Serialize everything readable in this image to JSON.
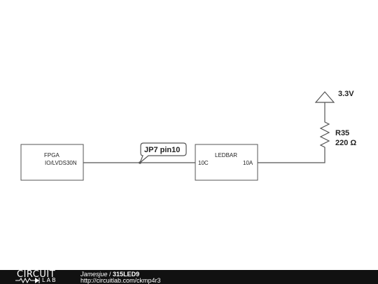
{
  "schematic": {
    "fpga": {
      "name": "FPGA",
      "pin": "IO/LVDS30N"
    },
    "ledbar": {
      "name": "LEDBAR",
      "pin_left": "10C",
      "pin_right": "10A"
    },
    "net_label": "JP7 pin10",
    "resistor": {
      "ref": "R35",
      "value": "220 Ω"
    },
    "supply": "3.3V"
  },
  "footer": {
    "logo_top": "CIRCUIT",
    "logo_bottom": "LAB",
    "author": "Jamesjue",
    "separator": " / ",
    "title": "315LED9",
    "url": "http://circuitlab.com/ckmp4r3"
  },
  "colors": {
    "wire": "#555555",
    "footer_bg": "#111111"
  }
}
